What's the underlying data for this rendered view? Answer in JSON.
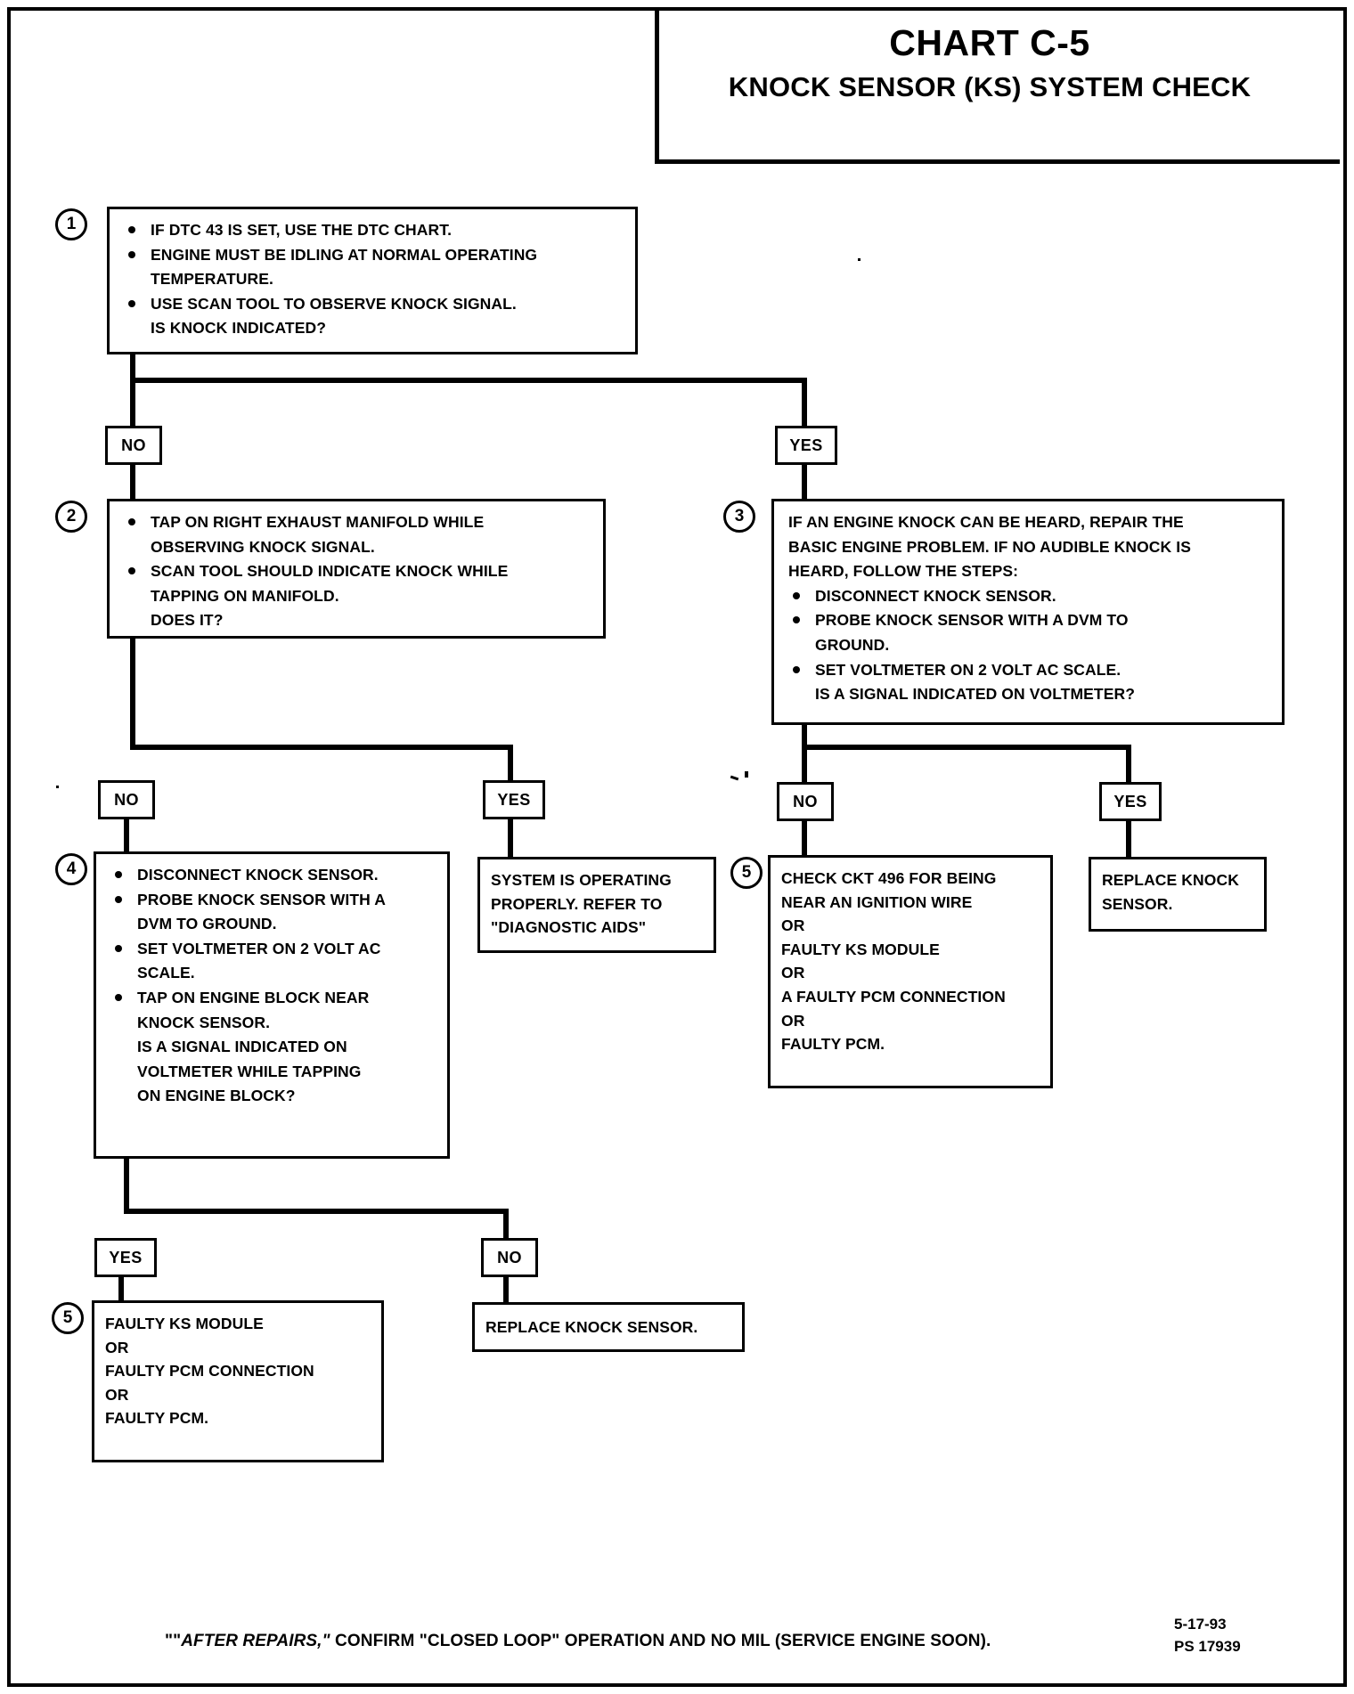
{
  "header": {
    "chart_id": "CHART C-5",
    "chart_title": "KNOCK SENSOR (KS) SYSTEM CHECK"
  },
  "steps": {
    "step1": {
      "number": "1",
      "lines": [
        "IF DTC 43 IS SET, USE THE DTC CHART.",
        "ENGINE MUST BE IDLING AT NORMAL OPERATING",
        "TEMPERATURE.",
        "USE SCAN TOOL TO OBSERVE KNOCK SIGNAL.",
        "IS KNOCK INDICATED?"
      ]
    },
    "step2": {
      "number": "2",
      "lines": [
        "TAP ON RIGHT EXHAUST MANIFOLD WHILE",
        "OBSERVING KNOCK SIGNAL.",
        "SCAN TOOL SHOULD INDICATE KNOCK WHILE",
        "TAPPING ON MANIFOLD.",
        "DOES IT?"
      ]
    },
    "step3": {
      "number": "3",
      "lines": [
        "IF AN ENGINE KNOCK CAN BE HEARD, REPAIR THE",
        "BASIC ENGINE PROBLEM.  IF NO AUDIBLE KNOCK IS",
        "HEARD, FOLLOW THE STEPS:",
        "DISCONNECT  KNOCK SENSOR.",
        "PROBE  KNOCK SENSOR WITH A DVM TO",
        "GROUND.",
        "SET VOLTMETER ON 2 VOLT AC SCALE.",
        "IS A SIGNAL INDICATED ON VOLTMETER?"
      ]
    },
    "step4": {
      "number": "4",
      "lines": [
        "DISCONNECT KNOCK SENSOR.",
        "PROBE KNOCK SENSOR WITH A",
        "DVM TO GROUND.",
        "SET VOLTMETER ON 2 VOLT AC",
        "SCALE.",
        "TAP ON ENGINE BLOCK NEAR",
        "KNOCK SENSOR.",
        "IS A SIGNAL INDICATED ON",
        "VOLTMETER WHILE TAPPING",
        "ON ENGINE BLOCK?"
      ]
    },
    "step5_right": {
      "number": "5",
      "lines": [
        "CHECK CKT 496 FOR BEING",
        "NEAR AN IGNITION WIRE",
        "OR",
        "FAULTY KS MODULE",
        "OR",
        "A FAULTY PCM CONNECTION",
        "OR",
        "FAULTY PCM."
      ]
    },
    "step5_bottom": {
      "number": "5",
      "lines": [
        "FAULTY KS MODULE",
        "OR",
        "FAULTY PCM CONNECTION",
        "OR",
        "FAULTY PCM."
      ]
    }
  },
  "terminals": {
    "system_ok": {
      "lines": [
        "SYSTEM IS OPERATING",
        "PROPERLY.  REFER TO",
        "\"DIAGNOSTIC AIDS\""
      ]
    },
    "replace_sensor_right": {
      "lines": [
        "REPLACE  KNOCK",
        "SENSOR."
      ]
    },
    "replace_sensor_bottom": {
      "lines": [
        "REPLACE KNOCK SENSOR."
      ]
    }
  },
  "decisions": {
    "d1_no": "NO",
    "d1_yes": "YES",
    "d2_no": "NO",
    "d2_yes": "YES",
    "d3_no": "NO",
    "d3_yes": "YES",
    "d4_yes": "YES",
    "d4_no": "NO"
  },
  "footer": {
    "note_prefix": "\"\"",
    "note_italic": "AFTER REPAIRS,\"",
    "note_rest": " CONFIRM \"CLOSED LOOP\" OPERATION AND NO MIL (SERVICE ENGINE SOON).",
    "date": "5-17-93",
    "doc_code": "PS 17939"
  },
  "colors": {
    "ink": "#000000",
    "paper": "#ffffff"
  }
}
